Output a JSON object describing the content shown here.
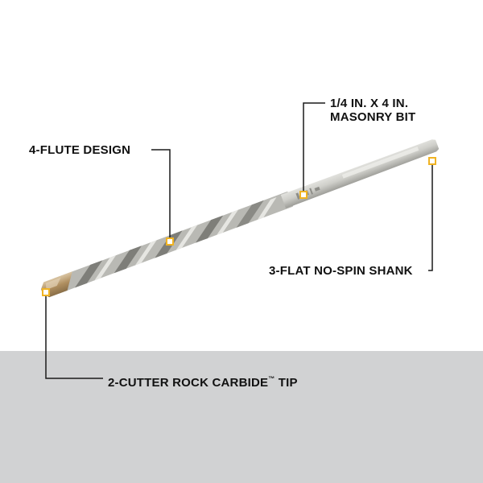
{
  "callouts": {
    "bit_size_line1": "1/4 IN. X 4 IN.",
    "bit_size_line2": "MASONRY BIT",
    "flute": "4-FLUTE DESIGN",
    "shank": "3-FLAT NO-SPIN SHANK",
    "tip_main": "2-CUTTER ROCK CARBIDE",
    "tip_tm": "™",
    "tip_end": " TIP"
  },
  "colors": {
    "background_top": "#ffffff",
    "background_bottom": "#d1d2d3",
    "callout_line": "#1a1a1a",
    "marker_fill": "#ffffff",
    "marker_border": "#f0b323",
    "steel": "#c8c8c4",
    "carbide_tip": "#b89a6e"
  }
}
